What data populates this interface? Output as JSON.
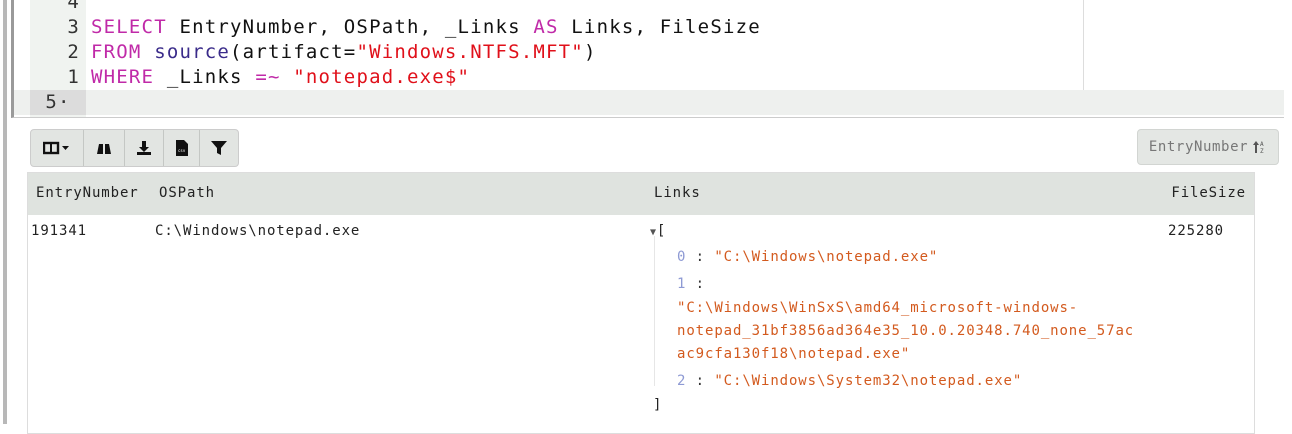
{
  "editor": {
    "lines": [
      {
        "num": "4",
        "tokens": []
      },
      {
        "num": "3",
        "tokens": [
          {
            "t": "SELECT",
            "c": "kw"
          },
          {
            "t": " EntryNumber, OSPath, _Links ",
            "c": ""
          },
          {
            "t": "AS",
            "c": "kw"
          },
          {
            "t": " Links, FileSize",
            "c": ""
          }
        ]
      },
      {
        "num": "2",
        "tokens": [
          {
            "t": "FROM",
            "c": "kw"
          },
          {
            "t": " ",
            "c": ""
          },
          {
            "t": "source",
            "c": "fn"
          },
          {
            "t": "(artifact=",
            "c": ""
          },
          {
            "t": "\"Windows.NTFS.MFT\"",
            "c": "str"
          },
          {
            "t": ")",
            "c": ""
          }
        ]
      },
      {
        "num": "1",
        "tokens": [
          {
            "t": "WHERE",
            "c": "kw"
          },
          {
            "t": " _Links ",
            "c": ""
          },
          {
            "t": "=~",
            "c": "kw"
          },
          {
            "t": " ",
            "c": ""
          },
          {
            "t": "\"notepad.exe$\"",
            "c": "str"
          }
        ]
      },
      {
        "num": "5·",
        "tokens": []
      }
    ]
  },
  "toolbar": {
    "icons": [
      "column-selector-icon",
      "binoculars-icon",
      "download-icon",
      "csv-file-icon",
      "filter-icon"
    ]
  },
  "sort": {
    "label": "EntryNumber",
    "icon": "sort-ascending-az-icon"
  },
  "table": {
    "headers": [
      "EntryNumber",
      "OSPath",
      "Links",
      "FileSize"
    ],
    "rows": [
      {
        "EntryNumber": "191341",
        "OSPath": "C:\\Windows\\notepad.exe",
        "FileSize": "225280",
        "Links": {
          "open": "[",
          "close": "]",
          "items": [
            {
              "idx": "0",
              "lines": [
                "\"C:\\Windows\\notepad.exe\""
              ]
            },
            {
              "idx": "1",
              "lines": [
                "\"C:\\Windows\\WinSxS\\amd64_microsoft-windows-",
                "notepad_31bf3856ad364e35_10.0.20348.740_none_57ac",
                "ac9cfa130f18\\notepad.exe\""
              ]
            },
            {
              "idx": "2",
              "lines": [
                "\"C:\\Windows\\System32\\notepad.exe\""
              ]
            }
          ]
        }
      }
    ]
  },
  "colors": {
    "keyword": "#c02aa8",
    "string": "#e0101a",
    "json_string": "#d35a1e",
    "header_bg": "#dfe3df"
  }
}
